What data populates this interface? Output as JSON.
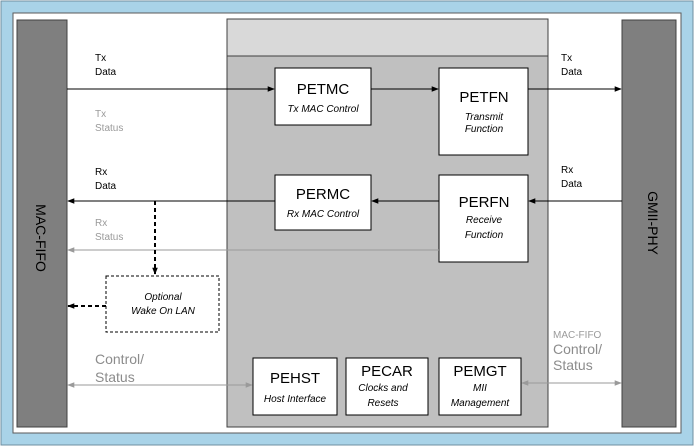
{
  "left_bus": {
    "label": "MAC-FIFO"
  },
  "right_bus": {
    "label": "GMII-PHY"
  },
  "signals": {
    "tx_left": [
      "Tx",
      "Data"
    ],
    "tx_status": [
      "Tx",
      "Status"
    ],
    "rx_left": [
      "Rx",
      "Data"
    ],
    "rx_status": [
      "Rx",
      "Status"
    ],
    "tx_right": [
      "Tx",
      "Data"
    ],
    "rx_right": [
      "Rx",
      "Data"
    ],
    "control_left": [
      "Control/",
      "Status"
    ],
    "control_right": [
      "MAC-FIFO",
      "Control/",
      "Status"
    ]
  },
  "blocks": {
    "petmc": {
      "title": "PETMC",
      "subtitle": [
        "Tx MAC Control"
      ]
    },
    "petfn": {
      "title": "PETFN",
      "subtitle": [
        "Transmit",
        "Function"
      ]
    },
    "permc": {
      "title": "PERMC",
      "subtitle": [
        "Rx MAC Control"
      ]
    },
    "perfn": {
      "title": "PERFN",
      "subtitle": [
        "Receive",
        "Function"
      ]
    },
    "optional": {
      "title": "",
      "subtitle": [
        "Optional",
        "Wake On LAN"
      ]
    },
    "pehst": {
      "title": "PEHST",
      "subtitle": [
        "Host Interface"
      ]
    },
    "pecar": {
      "title": "PECAR",
      "subtitle": [
        "Clocks and",
        "Resets"
      ]
    },
    "pemgt": {
      "title": "PEMGT",
      "subtitle": [
        "MII",
        "Management"
      ]
    }
  },
  "colors": {
    "frame": "#a9d3e8",
    "bus": "#7f7f7f",
    "core": "#c0c0c0",
    "core_header": "#d9d9d9",
    "grey_text": "#9a9a9a"
  }
}
